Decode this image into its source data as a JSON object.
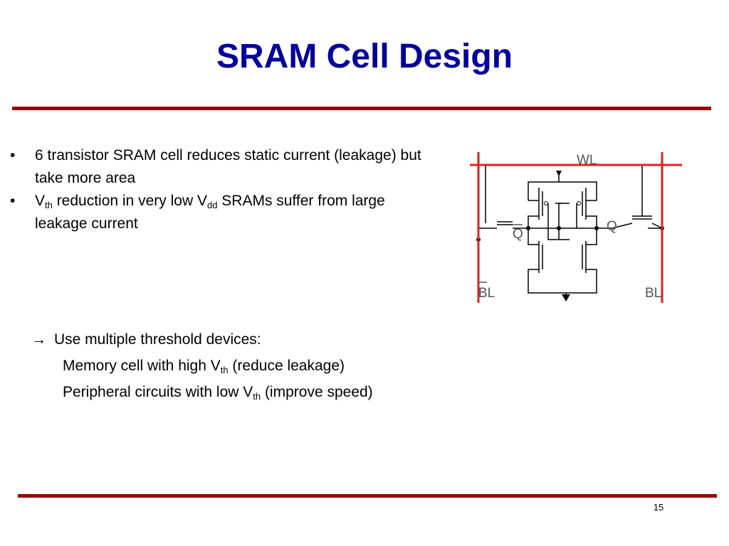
{
  "slide": {
    "title": "SRAM Cell Design",
    "page_number": "15"
  },
  "bullets": [
    {
      "marker": "•",
      "text": "6 transistor SRAM cell reduces static current (leakage) but take more area"
    },
    {
      "marker": "•",
      "pre": "V",
      "sub1": "th",
      "mid": " reduction in very low V",
      "sub2": "dd",
      "post": " SRAMs suffer from large leakage current"
    }
  ],
  "threshold": {
    "arrow": "→",
    "heading": "Use multiple threshold devices:",
    "line1": {
      "pre": "Memory cell with high V",
      "sub": "th",
      "post": " (reduce leakage)"
    },
    "line2": {
      "pre": "Peripheral circuits with low V",
      "sub": "th",
      "post": " (improve speed)"
    }
  },
  "circuit": {
    "wl_label": "WL",
    "q_label": "Q",
    "qbar_label": "Q",
    "bl_label": "BL",
    "blbar_label": "BL",
    "colors": {
      "highlight": "#e02020",
      "wire": "#000000"
    }
  }
}
